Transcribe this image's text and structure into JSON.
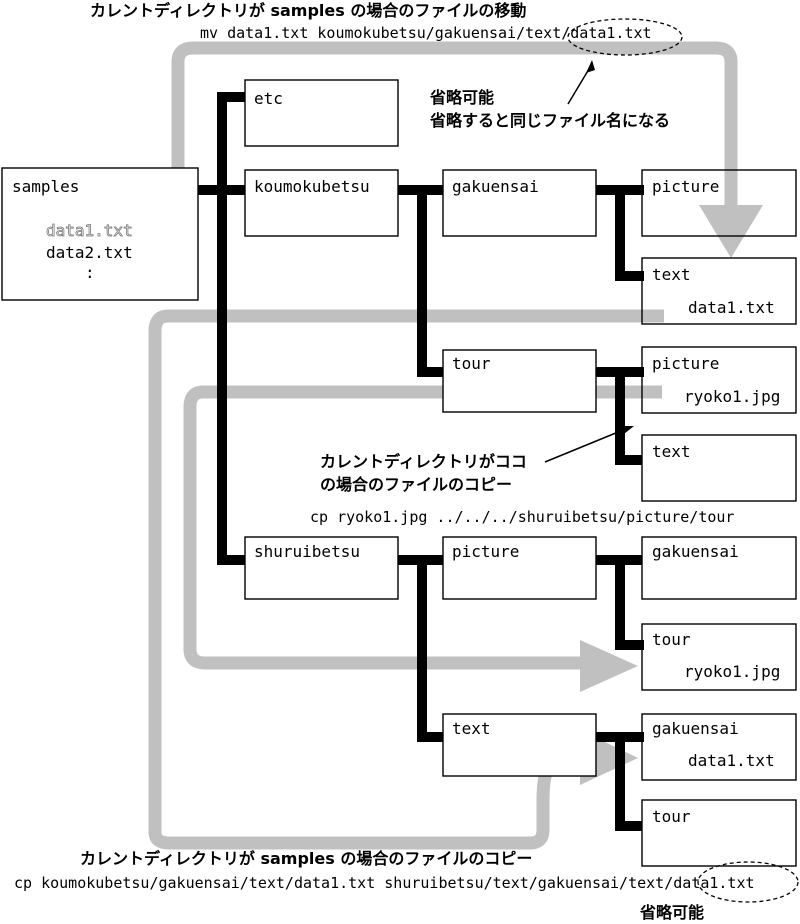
{
  "title_top": "カレントディレクトリが samples の場合のファイルの移動",
  "cmd_mv": "mv data1.txt koumokubetsu/gakuensai/text/data1.txt",
  "note_omit1": "省略可能",
  "note_omit1_detail": "省略すると同じファイル名になる",
  "samples_box": {
    "name": "samples",
    "file1": "data1.txt",
    "file2": "data2.txt",
    "more": ":"
  },
  "dirs": {
    "etc": "etc",
    "koumokubetsu": "koumokubetsu",
    "gakuensai": "gakuensai",
    "k_picture": "picture",
    "k_text": "text",
    "k_text_file": "data1.txt",
    "tour": "tour",
    "t_picture": "picture",
    "t_picture_file": "ryoko1.jpg",
    "t_text": "text",
    "shuruibetsu": "shuruibetsu",
    "s_picture": "picture",
    "sp_gakuensai": "gakuensai",
    "sp_tour": "tour",
    "sp_tour_file": "ryoko1.jpg",
    "s_text": "text",
    "st_gakuensai": "gakuensai",
    "st_gakuensai_file": "data1.txt",
    "st_tour": "tour"
  },
  "note_here_line1": "カレントディレクトリがココ",
  "note_here_line2": "の場合のファイルのコピー",
  "cmd_cp1": "cp ryoko1.jpg ../../../shuruibetsu/picture/tour",
  "note_bottom": "カレントディレクトリが samples の場合のファイルのコピー",
  "cmd_cp2": "cp koumokubetsu/gakuensai/text/data1.txt shuruibetsu/text/gakuensai/text/data1.txt",
  "note_omit2": "省略可能"
}
